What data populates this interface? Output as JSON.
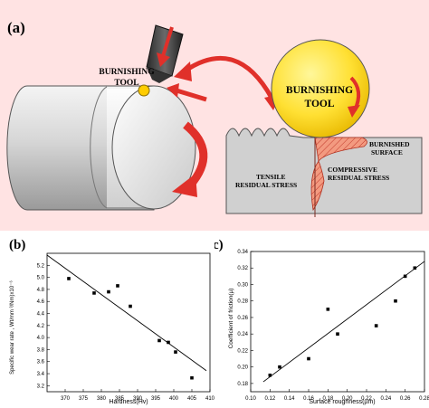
{
  "panel_a": {
    "label": "(a)",
    "tool_label_left_1": "BURNISHING",
    "tool_label_left_2": "TOOL",
    "tool_label_right_1": "BURNISHING",
    "tool_label_right_2": "TOOL",
    "burnished_surface_1": "BURNISHED",
    "burnished_surface_2": "SURFACE",
    "compressive_1": "COMPRESSIVE",
    "compressive_2": "RESIDUAL STRESS",
    "tensile_1": "TENSILE",
    "tensile_2": "RESIDUAL STRESS",
    "colors": {
      "background": "#ffe3e3",
      "ball": "#ffe033",
      "arrow": "#e0302a",
      "stress": "#f39a80",
      "workpiece": "#d0d0d0"
    }
  },
  "chart_data": [
    {
      "panel_label": "(b)",
      "type": "scatter",
      "xlabel": "Hardness(Hv)",
      "ylabel": "Specific wear rate , Wt/mm ³/Nm)x10⁻⁶",
      "xlim": [
        365,
        410
      ],
      "ylim": [
        3.1,
        5.4
      ],
      "xticks": [
        "370",
        "375",
        "380",
        "385",
        "390",
        "395",
        "400",
        "405",
        "410"
      ],
      "yticks": [
        "3.2",
        "3.4",
        "3.6",
        "3.8",
        "4.0",
        "4.2",
        "4.4",
        "4.6",
        "4.8",
        "5.0",
        "5.2"
      ],
      "x": [
        371,
        378,
        382,
        384.5,
        388,
        396,
        398.5,
        400.5,
        405
      ],
      "y": [
        4.98,
        4.74,
        4.76,
        4.86,
        4.52,
        3.95,
        3.92,
        3.76,
        3.33
      ],
      "trend_line": {
        "x": [
          365,
          409
        ],
        "y": [
          5.37,
          3.45
        ]
      }
    },
    {
      "panel_label": "(c)",
      "type": "scatter",
      "xlabel": "Surface roughness(µm)",
      "ylabel": "Coefficient of friction(µ)",
      "xlim": [
        0.1,
        0.28
      ],
      "ylim": [
        0.17,
        0.34
      ],
      "xticks": [
        "0.10",
        "0.12",
        "0.14",
        "0.16",
        "0.18",
        "0.20",
        "0.22",
        "0.24",
        "0.26",
        "0.28"
      ],
      "yticks": [
        "0.18",
        "0.20",
        "0.22",
        "0.24",
        "0.26",
        "0.28",
        "0.30",
        "0.32",
        "0.34"
      ],
      "x": [
        0.12,
        0.13,
        0.16,
        0.18,
        0.19,
        0.23,
        0.25,
        0.26,
        0.27
      ],
      "y": [
        0.19,
        0.2,
        0.21,
        0.27,
        0.24,
        0.25,
        0.28,
        0.31,
        0.32
      ],
      "trend_line": {
        "x": [
          0.113,
          0.28
        ],
        "y": [
          0.182,
          0.328
        ]
      }
    }
  ]
}
